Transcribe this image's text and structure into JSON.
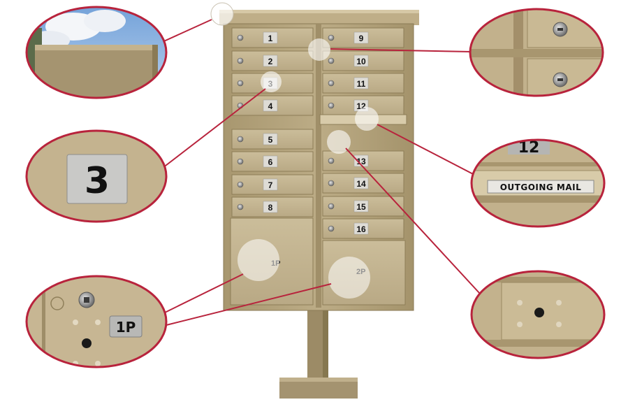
{
  "cbu": {
    "left_doors": [
      "1",
      "2",
      "3",
      "4",
      "5",
      "6",
      "7",
      "8"
    ],
    "right_doors": [
      "9",
      "10",
      "11",
      "12",
      "13",
      "14",
      "15",
      "16"
    ],
    "parcel_left": "1P",
    "parcel_right": "2P",
    "outgoing_label": "OUTGOING MAIL"
  },
  "callouts": {
    "number_zoom": "3",
    "parcel_zoom": "1P",
    "outgoing_zoom_number": "12",
    "outgoing_zoom_label": "OUTGOING MAIL"
  },
  "colors": {
    "cabinet": "#b3a27d",
    "door": "#c2b38f",
    "callout_ring": "#b8233c",
    "background": "#ffffff"
  }
}
